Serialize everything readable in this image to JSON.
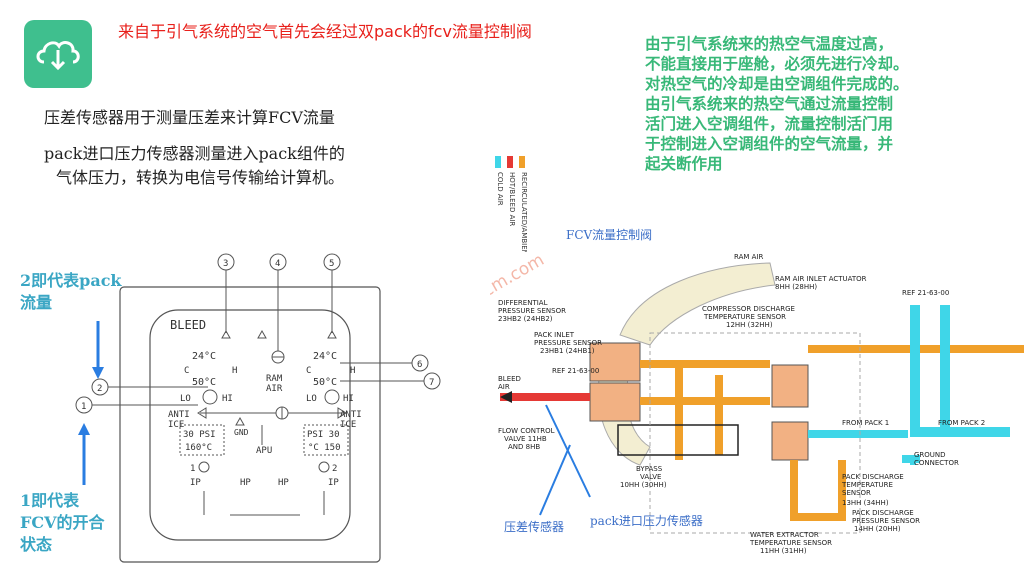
{
  "header": {
    "title_red": "来自于引气系统的空气首先会经过双pack的fcv流量控制阀",
    "icon": "cloud-download-icon"
  },
  "notes": {
    "pressure_diff": "压差传感器用于测量压差来计算FCV流量",
    "pack_inlet_line1": "pack进口压力传感器测量进入pack组件的",
    "pack_inlet_line2": "气体压力，转换为电信号传输给计算机。",
    "green_lines": [
      "由于引气系统来的热空气温度过高，",
      "不能直接用于座舱，必须先进行冷却。",
      "对热空气的冷却是由空调组件完成的。",
      "由引气系统来的热空气通过流量控制",
      "活门进入空调组件，流量控制活门用",
      "于控制进入空调组件的空气流量，并",
      "起关断作用"
    ]
  },
  "annotations": {
    "label_2_line1": "2即代表pack",
    "label_2_line2": "流量",
    "label_1_line1": "1即代表",
    "label_1_line2": "FCV的开合",
    "label_1_line3": "状态",
    "fcv_valve": "FCV流量控制阀",
    "diff_sensor": "压差传感器",
    "pack_inlet_sensor": "pack进口压力传感器",
    "watermark": "www.aero.cm.com"
  },
  "panel": {
    "title": "BLEED",
    "callouts": [
      "1",
      "2",
      "3",
      "4",
      "5",
      "6",
      "7"
    ],
    "temp_left_top": "24°C",
    "temp_left_bot": "50°C",
    "temp_right_top": "24°C",
    "temp_right_bot": "50°C",
    "c": "C",
    "h": "H",
    "lo": "LO",
    "hi": "HI",
    "ram_air": "RAM",
    "ram_air2": "AIR",
    "anti_ice": "ANTI",
    "anti_ice2": "ICE",
    "gnd": "GND",
    "apu": "APU",
    "psi_left": "30 PSI",
    "temp_left": "160°C",
    "psi_right": "PSI 30",
    "temp_right": "°C 150",
    "ip": "IP",
    "hp": "HP",
    "one": "1",
    "two": "2"
  },
  "legend": {
    "items": [
      "COLD AIR",
      "HOT/BLEED AIR",
      "RECIRCULATED/AMBIENT AIR"
    ],
    "colors": [
      "#3fd6e8",
      "#e53935",
      "#f0a02a"
    ]
  },
  "diagram": {
    "ram_air": "RAM AIR",
    "ram_air_inlet_actuator": "RAM AIR INLET ACTUATOR",
    "ram_air_inlet_actuator_code": "8HH (28HH)",
    "compressor_discharge": "COMPRESSOR DISCHARGE",
    "compressor_discharge2": "TEMPERATURE SENSOR",
    "compressor_discharge_code": "12HH (32HH)",
    "ref": "REF 21-63-00",
    "diff_pressure": "DIFFERENTIAL",
    "diff_pressure2": "PRESSURE SENSOR",
    "diff_pressure_code": "23HB2 (24HB2)",
    "pack_inlet": "PACK INLET",
    "pack_inlet2": "PRESSURE SENSOR",
    "pack_inlet_code": "23HB1 (24HB1)",
    "ref2": "REF 21-63-00",
    "bleed_air": "BLEED",
    "bleed_air2": "AIR",
    "flow_control": "FLOW CONTROL",
    "flow_control2": "VALVE 11HB",
    "flow_control3": "AND 8HB",
    "bypass": "BYPASS",
    "bypass2": "VALVE",
    "bypass_code": "10HH (30HH)",
    "from_pack1": "FROM PACK 1",
    "from_pack2": "FROM PACK 2",
    "ground": "GROUND",
    "ground2": "CONNECTOR",
    "pack_discharge_temp": "PACK DISCHARGE",
    "pack_discharge_temp2": "TEMPERATURE",
    "pack_discharge_temp3": "SENSOR",
    "pack_discharge_temp_code": "13HH (34HH)",
    "pack_discharge_press": "PACK DISCHARGE",
    "pack_discharge_press2": "PRESSURE SENSOR",
    "pack_discharge_press_code": "14HH (20HH)",
    "water_extractor": "WATER EXTRACTOR",
    "water_extractor2": "TEMPERATURE SENSOR",
    "water_extractor_code": "11HH (31HH)"
  }
}
